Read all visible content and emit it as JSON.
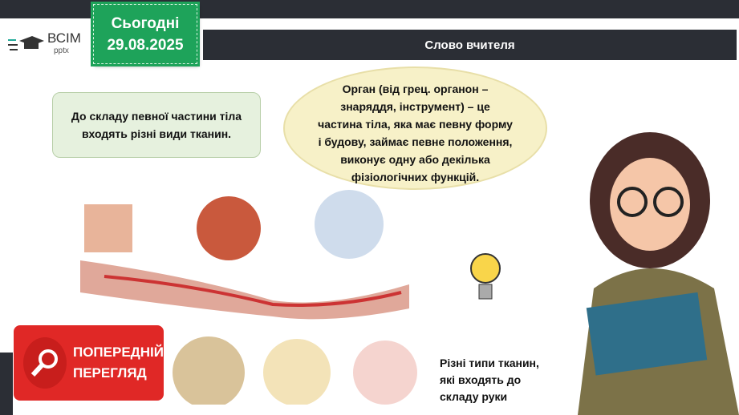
{
  "logo": {
    "text": "ВСІМ",
    "sub": "pptx"
  },
  "date_badge": {
    "label": "Сьогодні",
    "date": "29.08.2025"
  },
  "title": "Слово вчителя",
  "info_box": "До складу певної частини тіла входять різні види тканин.",
  "cloud": "Орган (від грец. органон – знаряддя, інструмент) – це частина тіла, яка має певну форму і будову, займає певне положення, виконує одну або декілька фізіологічних функцій.",
  "caption": [
    "Різні типи тканин,",
    "які входять до",
    "складу руки"
  ],
  "preview": {
    "line1": "ПОПЕРЕДНІЙ",
    "line2": "ПЕРЕГЛЯД"
  },
  "colors": {
    "green": "#1ea35a",
    "dark": "#2b2e35",
    "red": "#e02826"
  }
}
